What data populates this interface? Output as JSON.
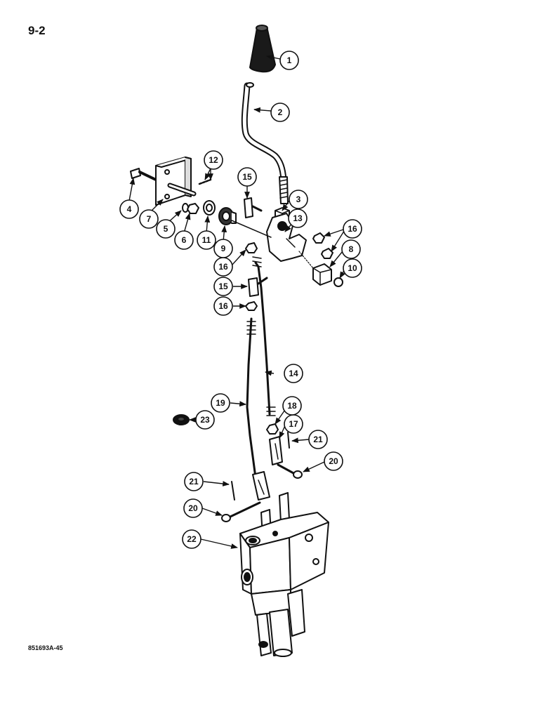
{
  "page_number": "9-2",
  "figure_code": "851693A-45",
  "callouts": [
    {
      "id": "1",
      "part": "knob"
    },
    {
      "id": "2",
      "part": "lever"
    },
    {
      "id": "3",
      "part": "nut"
    },
    {
      "id": "4",
      "part": "bolt"
    },
    {
      "id": "5",
      "part": "washer"
    },
    {
      "id": "6",
      "part": "nut"
    },
    {
      "id": "7",
      "part": "mounting-plate"
    },
    {
      "id": "8",
      "part": "block"
    },
    {
      "id": "9",
      "part": "bushing"
    },
    {
      "id": "10",
      "part": "ring"
    },
    {
      "id": "11",
      "part": "washer"
    },
    {
      "id": "12",
      "part": "pin"
    },
    {
      "id": "13",
      "part": "pivot-housing"
    },
    {
      "id": "14",
      "part": "rod"
    },
    {
      "id": "15a",
      "label": "15",
      "part": "connector"
    },
    {
      "id": "15b",
      "label": "15",
      "part": "connector"
    },
    {
      "id": "16a",
      "label": "16",
      "part": "nut"
    },
    {
      "id": "16b",
      "label": "16",
      "part": "nut"
    },
    {
      "id": "16c",
      "label": "16",
      "part": "nut"
    },
    {
      "id": "17",
      "part": "clevis"
    },
    {
      "id": "18",
      "part": "nut"
    },
    {
      "id": "19",
      "part": "rod"
    },
    {
      "id": "20a",
      "label": "20",
      "part": "pin"
    },
    {
      "id": "20b",
      "label": "20",
      "part": "pin"
    },
    {
      "id": "21a",
      "label": "21",
      "part": "cotter-pin"
    },
    {
      "id": "21b",
      "label": "21",
      "part": "cotter-pin"
    },
    {
      "id": "22",
      "part": "control-valve"
    },
    {
      "id": "23",
      "part": "grommet"
    }
  ]
}
